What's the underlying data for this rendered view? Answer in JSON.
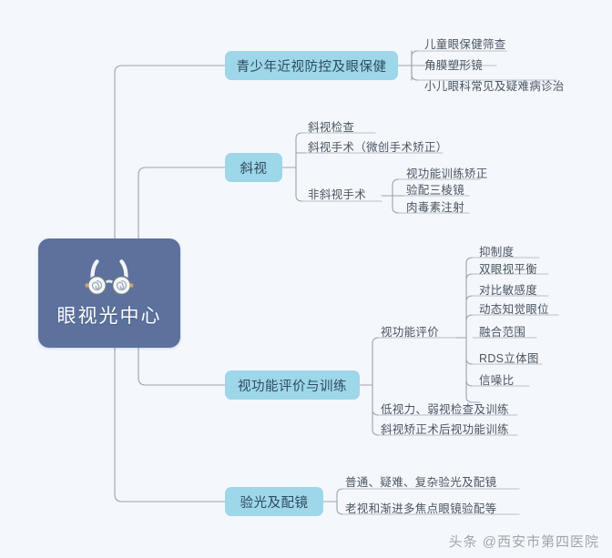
{
  "diagram": {
    "type": "mindmap",
    "background_color": "#f4f8fd",
    "root": {
      "label": "眼视光中心",
      "icon": "eyeglasses-icon",
      "fill_color": "#5c719c",
      "text_color": "#ffffff"
    },
    "branch_color": "#9ed6ea",
    "connector_color": "#9aa3ad",
    "branches": [
      {
        "label": "青少年近视防控及眼保健",
        "children": [
          {
            "label": "儿童眼保健筛查",
            "children": []
          },
          {
            "label": "角膜塑形镜",
            "children": []
          },
          {
            "label": "小儿眼科常见及疑难病诊治",
            "children": []
          }
        ]
      },
      {
        "label": "斜视",
        "children": [
          {
            "label": "斜视检查",
            "children": []
          },
          {
            "label": "斜视手术（微创手术矫正）",
            "children": []
          },
          {
            "label": "非斜视手术",
            "children": [
              {
                "label": "视功能训练矫正"
              },
              {
                "label": "验配三棱镜"
              },
              {
                "label": "肉毒素注射"
              }
            ]
          }
        ]
      },
      {
        "label": "视功能评价与训练",
        "children": [
          {
            "label": "视功能评价",
            "children": [
              {
                "label": "抑制度"
              },
              {
                "label": "双眼视平衡"
              },
              {
                "label": "对比敏感度"
              },
              {
                "label": "动态知觉眼位"
              },
              {
                "label": "融合范围"
              },
              {
                "label": "RDS立体图"
              },
              {
                "label": "信噪比"
              }
            ]
          },
          {
            "label": "低视力、弱视检查及训练",
            "children": []
          },
          {
            "label": "斜视矫正术后视功能训练",
            "children": []
          }
        ]
      },
      {
        "label": "验光及配镜",
        "children": [
          {
            "label": "普通、疑难、复杂验光及配镜",
            "children": []
          },
          {
            "label": "老视和渐进多焦点眼镜验配等",
            "children": []
          }
        ]
      }
    ]
  },
  "footer": {
    "watermark": "头条 @西安市第四医院"
  }
}
